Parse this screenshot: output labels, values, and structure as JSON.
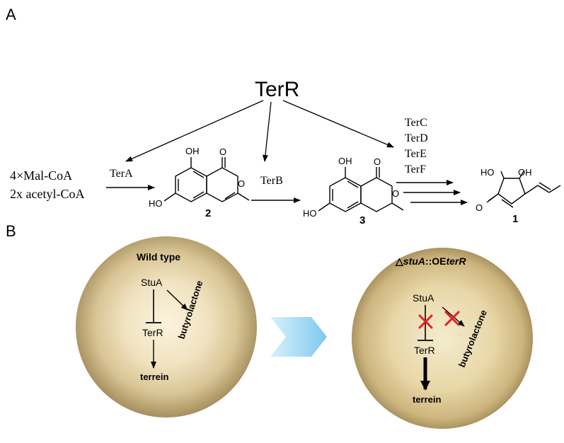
{
  "panel_a": {
    "label": "A",
    "regulator": "TerR",
    "substrates": [
      "4×Mal-CoA",
      "2x acetyl-CoA"
    ],
    "enzyme_1": "TerA",
    "enzyme_2": "TerB",
    "enzymes_late": [
      "TerC",
      "TerD",
      "TerE",
      "TerF"
    ],
    "compound_2": "2",
    "compound_3": "3",
    "compound_1": "1",
    "atom_oh": "OH",
    "atom_o": "O",
    "atom_ho": "HO"
  },
  "panel_b": {
    "label": "B",
    "wild_type": {
      "title": "Wild type",
      "stua": "StuA",
      "terr": "TerR",
      "butyrolactone": "butyrolactone",
      "terrein": "terrein"
    },
    "mutant": {
      "title_prefix": "△",
      "title_gene": "stuA",
      "title_mid": "::OE",
      "title_gene2": "terR",
      "stua": "StuA",
      "terr": "TerR",
      "butyrolactone": "butyrolactone",
      "terrein": "terrein"
    }
  },
  "colors": {
    "plate_center": "#f7ecd0",
    "plate_edge": "#a58f5e",
    "inhibit_mark": "#e02020",
    "chevron": "#8fd0f0"
  }
}
